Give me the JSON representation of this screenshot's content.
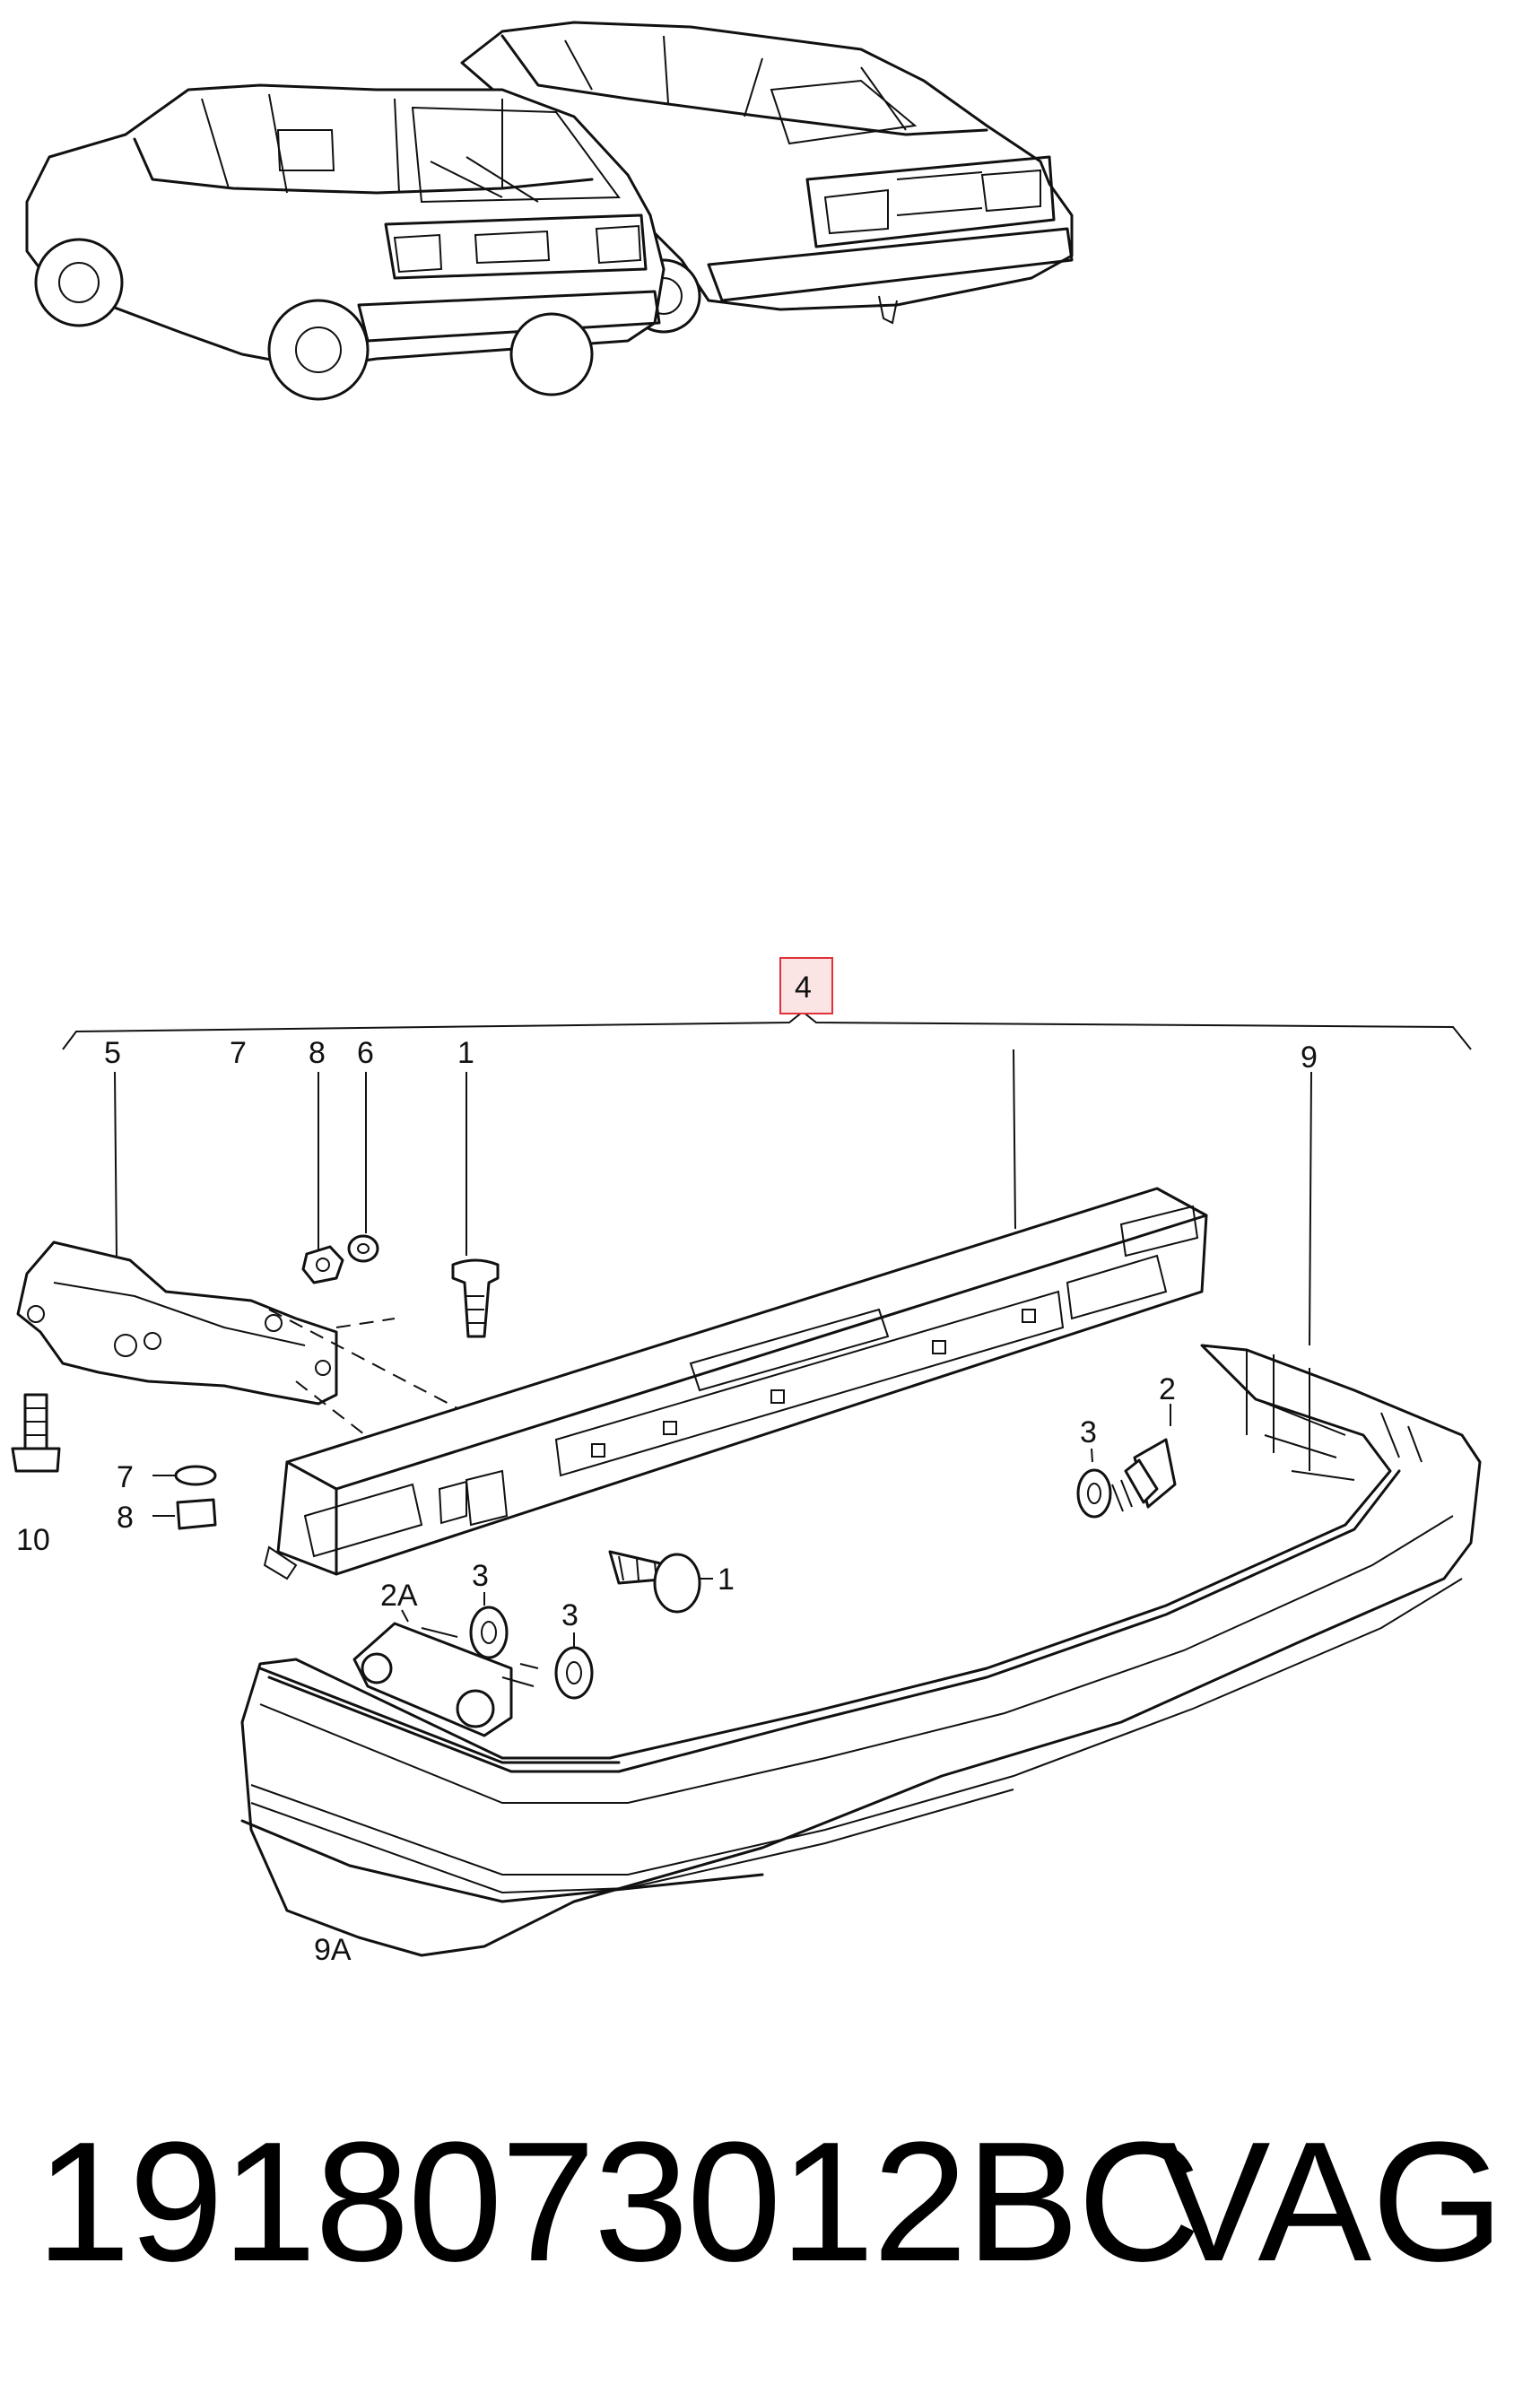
{
  "diagram": {
    "callouts": [
      {
        "id": "4",
        "label": "4"
      },
      {
        "id": "5",
        "label": "5"
      },
      {
        "id": "7a",
        "label": "7"
      },
      {
        "id": "8a",
        "label": "8"
      },
      {
        "id": "6",
        "label": "6"
      },
      {
        "id": "1a",
        "label": "1"
      },
      {
        "id": "9",
        "label": "9"
      },
      {
        "id": "2",
        "label": "2"
      },
      {
        "id": "3a",
        "label": "3"
      },
      {
        "id": "7b",
        "label": "7"
      },
      {
        "id": "8b",
        "label": "8"
      },
      {
        "id": "10",
        "label": "10"
      },
      {
        "id": "1b",
        "label": "1"
      },
      {
        "id": "2A",
        "label": "2A"
      },
      {
        "id": "3b",
        "label": "3"
      },
      {
        "id": "3c",
        "label": "3"
      },
      {
        "id": "9A",
        "label": "9A"
      }
    ],
    "highlight_color": "#e0303a"
  },
  "footer": {
    "part_number": "1918073012BC",
    "brand": "VAG"
  }
}
